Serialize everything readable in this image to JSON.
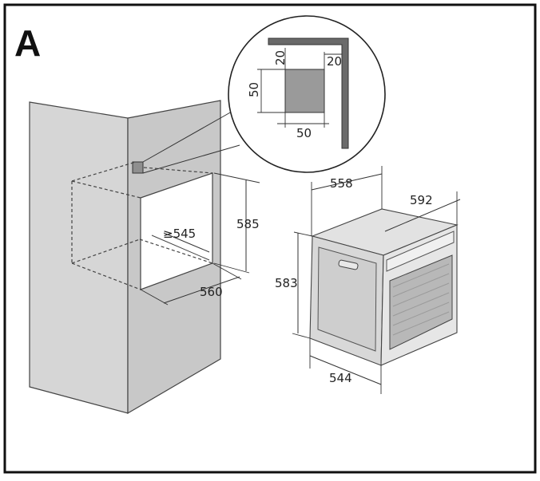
{
  "panel": {
    "letter": "A"
  },
  "detail": {
    "top": "20",
    "right": "20",
    "height": "50",
    "width": "50"
  },
  "cabinet": {
    "depth": "545",
    "height": "585",
    "width": "560"
  },
  "oven": {
    "depth": "558",
    "width": "592",
    "height": "583",
    "bottom_depth": "544"
  },
  "colors": {
    "frame": "#111111",
    "cabinet_face": "#d4d4d4",
    "cabinet_side": "#c6c6c6",
    "niche": "#ffffff",
    "vent": "#8f8f8f"
  }
}
